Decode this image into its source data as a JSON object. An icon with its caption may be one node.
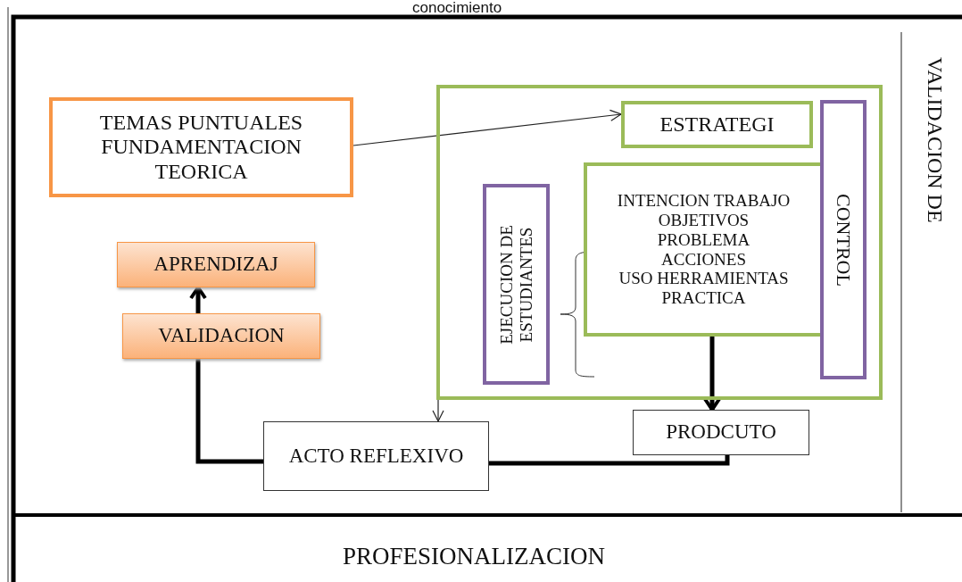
{
  "diagram": {
    "nodes": [
      {
        "text": [
          "TEMAS PUNTUALES FUNDAMENTACION TEORICA"
        ]
      },
      {
        "text": [],
        "shape": "box"
      },
      {
        "text": [
          "ESTRATEGI"
        ],
        "in": 1
      },
      {
        "text": [
          "EJECUCION DE ESTUDIANTES"
        ],
        "in": 1
      },
      {
        "text": [
          "INTENCION TRABAJO",
          "OBJETIVOS",
          "PROBLEMA",
          "ACCIONES",
          "USO HERRAMIENTAS",
          "PRACTICA"
        ],
        "in": 1
      },
      {
        "text": [
          "CONTROL"
        ],
        "in": 1
      },
      {
        "text": [
          "APRENDIZAJ"
        ]
      },
      {
        "text": [
          "VALIDACION"
        ]
      },
      {
        "text": [
          "ACTO REFLEXIVO"
        ]
      },
      {
        "text": [
          "PRODCUTO"
        ]
      }
    ],
    "edges": [
      {
        "from": 0,
        "to": 2,
        "arrow": "to"
      },
      {
        "from": 4,
        "to": 9,
        "arrow": "to"
      },
      {
        "from": 8,
        "to": 7,
        "arrow": "none"
      },
      {
        "from": 7,
        "to": 6,
        "arrow": "to"
      },
      {
        "from": 9,
        "to": 8,
        "arrow": "none"
      },
      {
        "from": 1,
        "to": 8,
        "arrow": "to"
      }
    ],
    "labels": [
      "conocimiento",
      "VALIDACION DE",
      "PROFESIONALIZACION"
    ]
  }
}
